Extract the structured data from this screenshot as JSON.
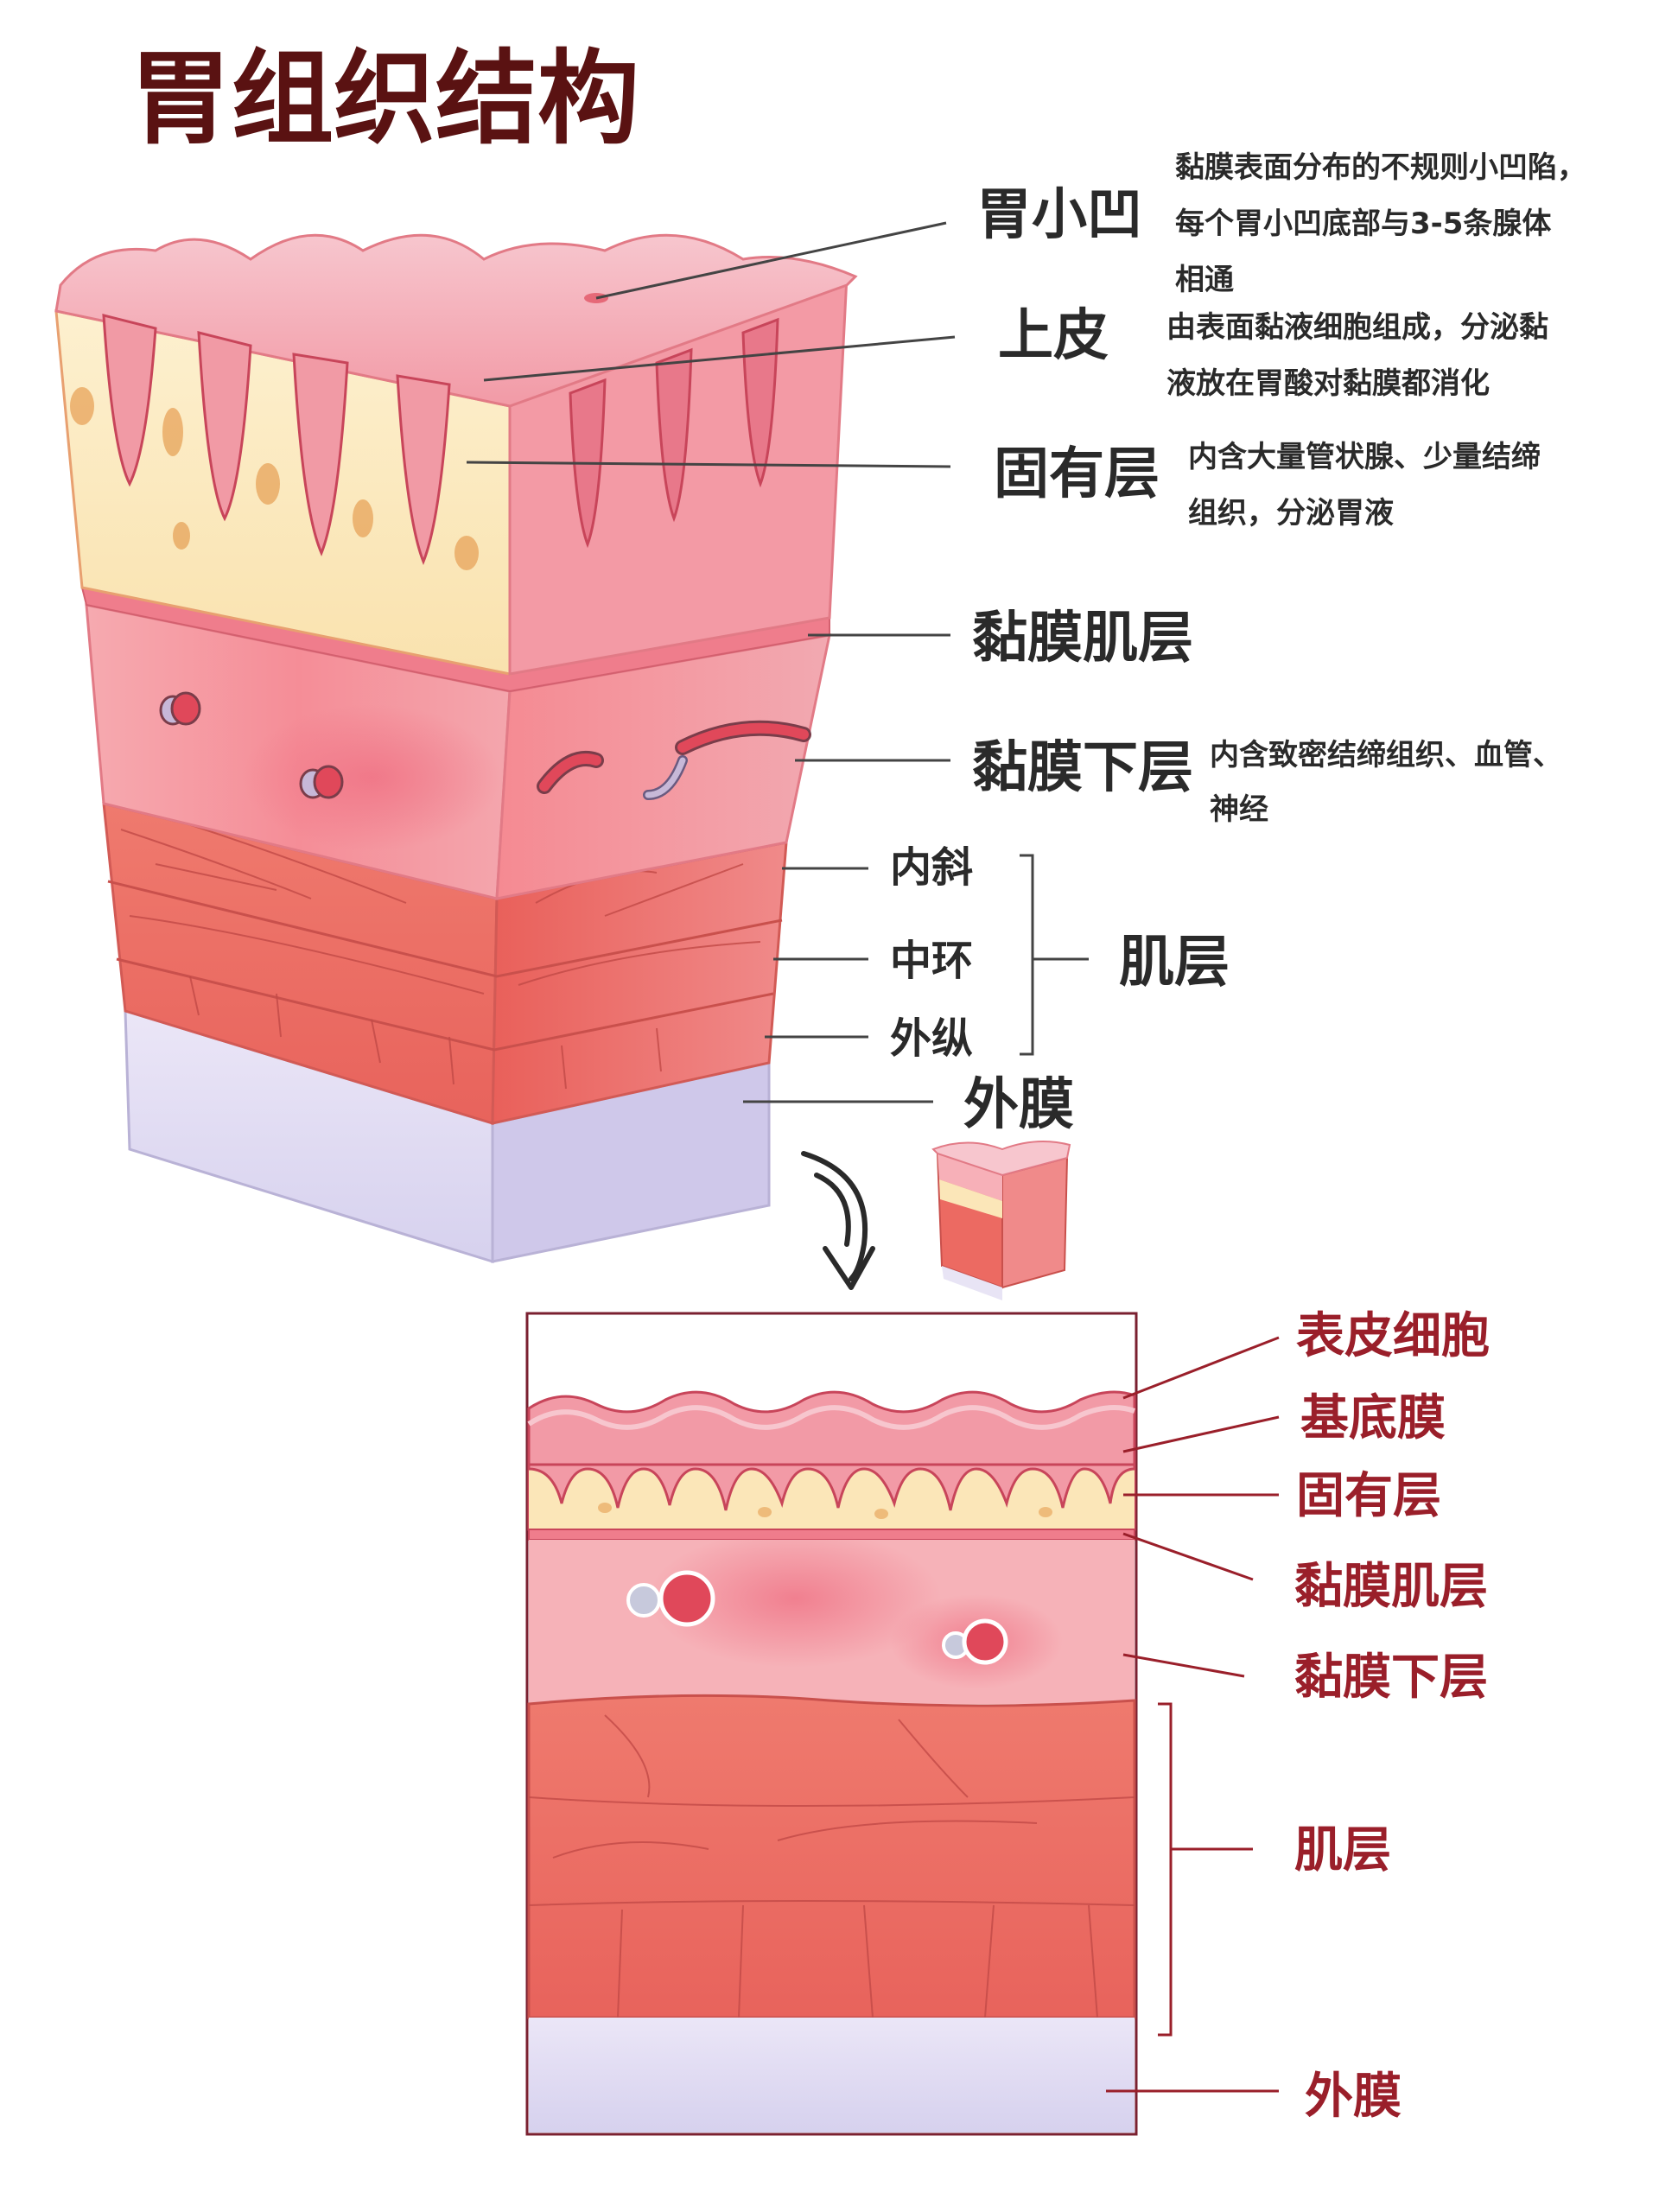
{
  "title": "胃组织结构",
  "block_labels": {
    "gastric_pit": "胃小凹",
    "epithelium": "上皮",
    "lamina_propria": "固有层",
    "muscularis_mucosae": "黏膜肌层",
    "submucosa": "黏膜下层",
    "inner_oblique": "内斜",
    "middle_circular": "中环",
    "outer_longitudinal": "外纵",
    "muscularis": "肌层",
    "serosa": "外膜"
  },
  "block_descriptions": {
    "gastric_pit": [
      "黏膜表面分布的不规则小凹陷，",
      "每个胃小凹底部与3-5条腺体",
      "相通"
    ],
    "epithelium": [
      "由表面黏液细胞组成，分泌黏",
      "液放在胃酸对黏膜都消化"
    ],
    "lamina_propria": [
      "内含大量管状腺、少量结缔",
      "组织，分泌胃液"
    ],
    "submucosa": [
      "内含致密结缔组织、血管、",
      "神经"
    ]
  },
  "section_labels": {
    "surface_cells": "表皮细胞",
    "basement_membrane": "基底膜",
    "lamina_propria": "固有层",
    "muscularis_mucosae": "黏膜肌层",
    "submucosa": "黏膜下层",
    "muscularis": "肌层",
    "serosa": "外膜"
  },
  "colors": {
    "title": "#5a1212",
    "label_dark": "#2a2a2a",
    "label_red": "#9a1f2a",
    "mucosa_pink": "#f4a0a6",
    "gland_cream": "#fbe6b8",
    "muscle_red": "#ec6a62",
    "serosa_lavender": "#d9d5f0",
    "leader_line": "#444444"
  }
}
